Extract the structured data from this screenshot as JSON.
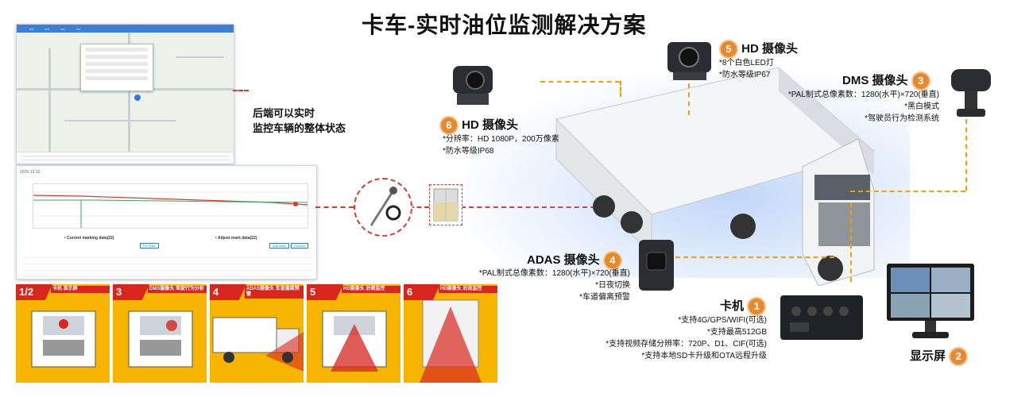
{
  "title": "卡车-实时油位监测解决方案",
  "backend_note": {
    "line1": "后端可以实时",
    "line2": "监控车辆的整体状态"
  },
  "colors": {
    "accent_orange": "#e58a2e",
    "card_yellow": "#f7b500",
    "badge_red": "#d8261f",
    "dash_red": "#e0372b",
    "dash_orange": "#f2a100"
  },
  "fuel_panel": {
    "date": "2025-12-02",
    "current_marking": "• Current marking data(22)",
    "adjust_marking": "• Adjust mark data(22)",
    "btn_fix": "Fix Ratio",
    "btn_add": "Add Mark",
    "btn_preview": "Preview"
  },
  "components": {
    "hd_cam_5": {
      "num": "5",
      "title": "HD 摄像头",
      "specs": [
        "*8个白色LED灯",
        "*防水等级IP67"
      ]
    },
    "hd_cam_6": {
      "num": "6",
      "title": "HD 摄像头",
      "specs": [
        "*分辨率：HD 1080P，200万像素",
        "*防水等级IP68"
      ]
    },
    "dms_cam": {
      "num": "3",
      "title": "DMS 摄像头",
      "specs": [
        "*PAL制式总像素数：1280(水平)×720(垂直)",
        "*黑白模式",
        "*驾驶员行为检测系统"
      ]
    },
    "adas_cam": {
      "num": "4",
      "title": "ADAS 摄像头",
      "specs": [
        "*PAL制式总像素数：1280(水平)×720(垂直)",
        "*日夜切换",
        "*车道偏离预警"
      ]
    },
    "dvr": {
      "num": "1",
      "title": "卡机",
      "specs": [
        "*支持4G/GPS/WIFI(可选)",
        "*支持最高512GB",
        "*支持视频存储分辨率：720P、D1、CIF(可选)",
        "*支持本地SD卡升级和OTA远程升级"
      ]
    },
    "monitor": {
      "num": "2",
      "title": "显示屏"
    }
  },
  "cards": [
    {
      "badge": "1/2",
      "caption": "卡机 显示屏"
    },
    {
      "badge": "3",
      "caption": "DMS摄像头 驾驶行为分析"
    },
    {
      "badge": "4",
      "caption": "ADAS摄像头 车道偏离预警"
    },
    {
      "badge": "5",
      "caption": "HD摄像头 后侧监控"
    },
    {
      "badge": "6",
      "caption": "HD摄像头 后视监控"
    }
  ]
}
